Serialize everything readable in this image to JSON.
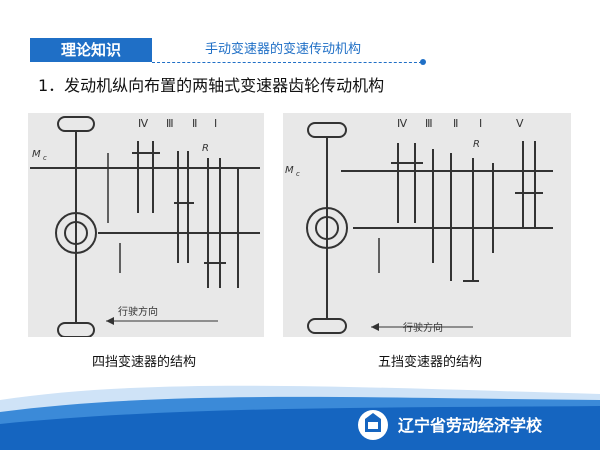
{
  "header": {
    "tag": "理论知识",
    "subtitle": "手动变速器的变速传动机构"
  },
  "section_heading": "1．发动机纵向布置的两轴式变速器齿轮传动机构",
  "diagrams": [
    {
      "caption": "四挡变速器的结构",
      "gear_labels": [
        "Ⅳ",
        "Ⅲ",
        "Ⅱ",
        "Ⅰ"
      ],
      "reverse_label": "R",
      "input_label": "M",
      "input_sub": "c",
      "direction_label": "行驶方向"
    },
    {
      "caption": "五挡变速器的结构",
      "gear_labels": [
        "Ⅳ",
        "Ⅲ",
        "Ⅱ",
        "Ⅰ",
        "Ⅴ"
      ],
      "reverse_label": "R",
      "input_label": "M",
      "input_sub": "c",
      "direction_label": "行驶方向"
    }
  ],
  "footer": {
    "school": "辽宁省劳动经济学校"
  },
  "colors": {
    "accent": "#1f6fc6",
    "footer_blue": "#1565c0"
  }
}
